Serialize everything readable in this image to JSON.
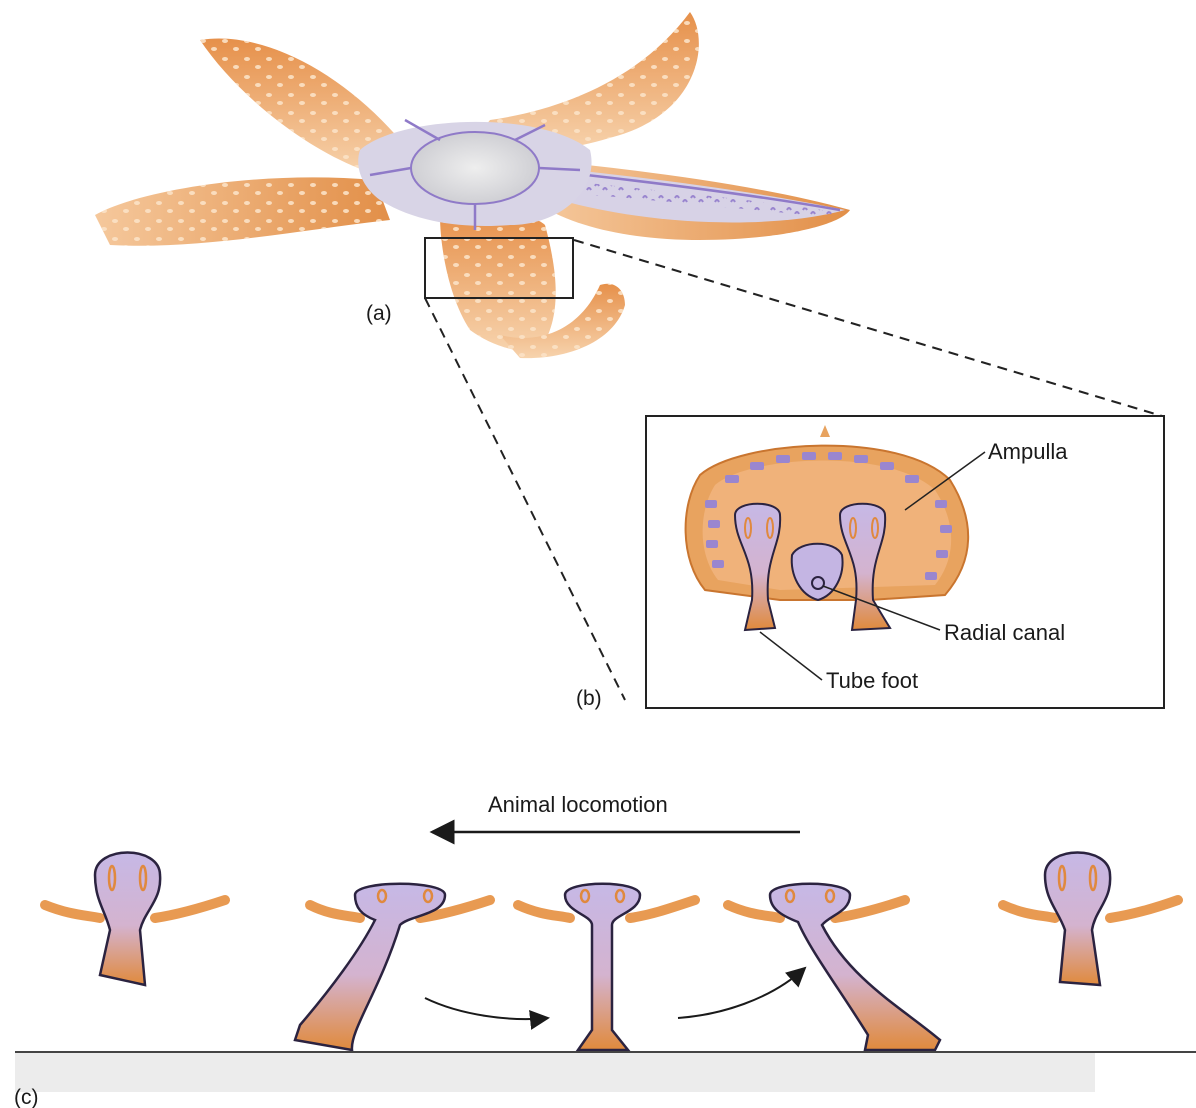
{
  "panels": {
    "a": {
      "label": "(a)"
    },
    "b": {
      "label": "(b)"
    },
    "c": {
      "label": "(c)"
    }
  },
  "callouts": {
    "ampulla": "Ampulla",
    "radial_canal": "Radial canal",
    "tube_foot": "Tube foot"
  },
  "locomotion": {
    "label": "Animal locomotion"
  },
  "colors": {
    "orange": "#e39650",
    "orange_dark": "#c9752f",
    "lavender": "#c4b5e3",
    "purple": "#8f7ac8",
    "outline": "#2b2340",
    "grey_disc": "#dcdcdc"
  }
}
